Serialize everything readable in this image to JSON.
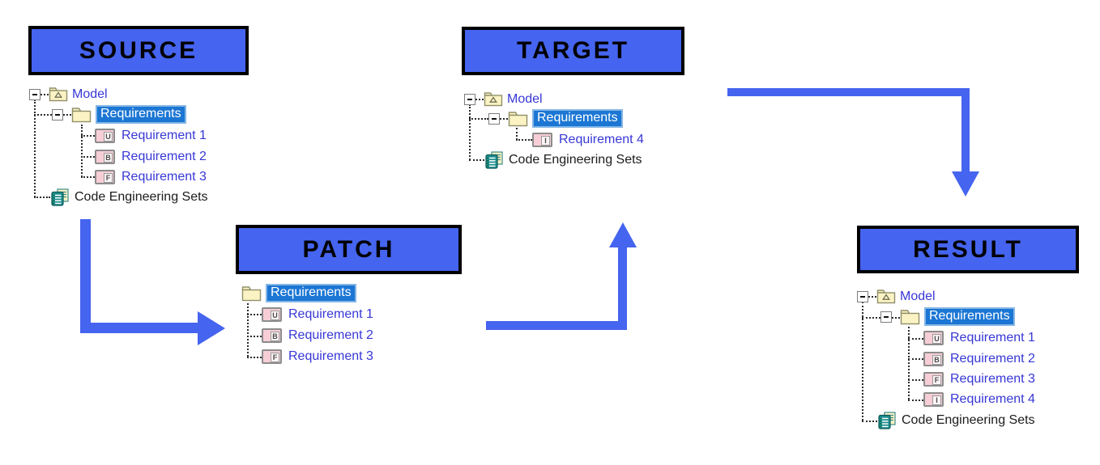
{
  "colors": {
    "accent_blue": "#4564EF",
    "selection_blue": "#1B76D4",
    "selection_outline": "#85B6E4",
    "tree_text_blue": "#3737D6",
    "tree_text_black": "#1B1B1B",
    "folder_fill": "#FBF3C4",
    "requirement_pink": "#F7CED6",
    "code_sets_teal": "#1F8E8E",
    "box_border": "#000000",
    "background": "#FFFFFF"
  },
  "panels": {
    "source": {
      "title": "SOURCE",
      "tree": [
        {
          "label": "Model",
          "icon": "package-icon",
          "expand": "minus"
        },
        {
          "label": "Requirements",
          "icon": "folder-icon",
          "expand": "minus",
          "selected": true
        },
        {
          "label": "Requirement 1",
          "icon": "requirement-icon",
          "badge": "U"
        },
        {
          "label": "Requirement 2",
          "icon": "requirement-icon",
          "badge": "B"
        },
        {
          "label": "Requirement 3",
          "icon": "requirement-icon",
          "badge": "F"
        },
        {
          "label": "Code Engineering Sets",
          "icon": "code-engineering-sets-icon"
        }
      ]
    },
    "patch": {
      "title": "PATCH",
      "tree": [
        {
          "label": "Requirements",
          "icon": "folder-icon",
          "selected": true
        },
        {
          "label": "Requirement 1",
          "icon": "requirement-icon",
          "badge": "U"
        },
        {
          "label": "Requirement 2",
          "icon": "requirement-icon",
          "badge": "B"
        },
        {
          "label": "Requirement 3",
          "icon": "requirement-icon",
          "badge": "F"
        }
      ]
    },
    "target": {
      "title": "TARGET",
      "tree": [
        {
          "label": "Model",
          "icon": "package-icon",
          "expand": "minus"
        },
        {
          "label": "Requirements",
          "icon": "folder-icon",
          "expand": "minus",
          "selected": true
        },
        {
          "label": "Requirement 4",
          "icon": "requirement-icon",
          "badge": "I"
        },
        {
          "label": "Code Engineering Sets",
          "icon": "code-engineering-sets-icon"
        }
      ]
    },
    "result": {
      "title": "RESULT",
      "tree": [
        {
          "label": "Model",
          "icon": "package-icon",
          "expand": "minus"
        },
        {
          "label": "Requirements",
          "icon": "folder-icon",
          "expand": "minus",
          "selected": true
        },
        {
          "label": "Requirement 1",
          "icon": "requirement-icon",
          "badge": "U"
        },
        {
          "label": "Requirement 2",
          "icon": "requirement-icon",
          "badge": "B"
        },
        {
          "label": "Requirement 3",
          "icon": "requirement-icon",
          "badge": "F"
        },
        {
          "label": "Requirement 4",
          "icon": "requirement-icon",
          "badge": "I"
        },
        {
          "label": "Code Engineering Sets",
          "icon": "code-engineering-sets-icon"
        }
      ]
    }
  },
  "arrows": [
    {
      "name": "source-to-patch",
      "direction": "down-then-right"
    },
    {
      "name": "patch-to-target",
      "direction": "right-then-up"
    },
    {
      "name": "target-to-result",
      "direction": "right-then-down"
    }
  ]
}
